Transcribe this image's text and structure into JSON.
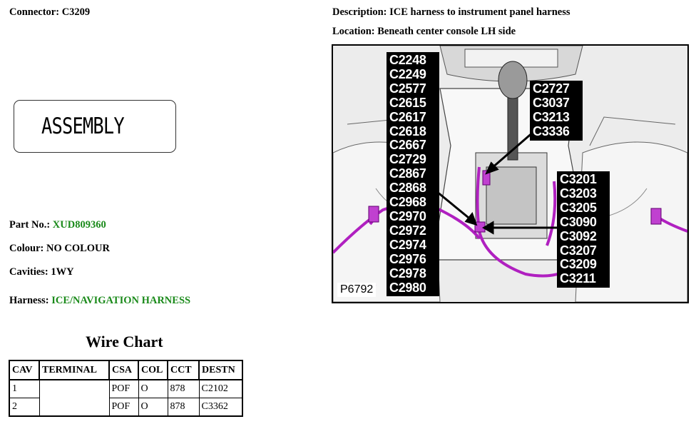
{
  "connector": {
    "label": "Connector:",
    "value": "C3209"
  },
  "description": {
    "label": "Description:",
    "value": "ICE harness to instrument panel harness"
  },
  "location": {
    "label": "Location:",
    "value": "Beneath center console LH side"
  },
  "assembly_label": "ASSEMBLY",
  "part_no": {
    "label": "Part No.:",
    "value": "XUD809360"
  },
  "colour": {
    "label": "Colour:",
    "value": "NO COLOUR"
  },
  "cavities": {
    "label": "Cavities:",
    "value": "1WY"
  },
  "harness": {
    "label": "Harness:",
    "value": "ICE/NAVIGATION HARNESS"
  },
  "wire_chart": {
    "title": "Wire Chart",
    "headers": [
      "CAV",
      "TERMINAL",
      "CSA",
      "COL",
      "CCT",
      "DESTN"
    ],
    "rows": [
      [
        "1",
        "",
        "POF",
        "O",
        "878",
        "C2102"
      ],
      [
        "2",
        "",
        "POF",
        "O",
        "878",
        "C3362"
      ]
    ]
  },
  "figure": {
    "id": "P6792",
    "callout_left": [
      "C2248",
      "C2249",
      "C2577",
      "C2615",
      "C2617",
      "C2618",
      "C2667",
      "C2729",
      "C2867",
      "C2868",
      "C2968",
      "C2970",
      "C2972",
      "C2974",
      "C2976",
      "C2978",
      "C2980"
    ],
    "callout_top_right": [
      "C2727",
      "C3037",
      "C3213",
      "C3336"
    ],
    "callout_right": [
      "C3201",
      "C3203",
      "C3205",
      "C3090",
      "C3092",
      "C3207",
      "C3209",
      "C3211"
    ],
    "harness_color": "#b020c0"
  }
}
